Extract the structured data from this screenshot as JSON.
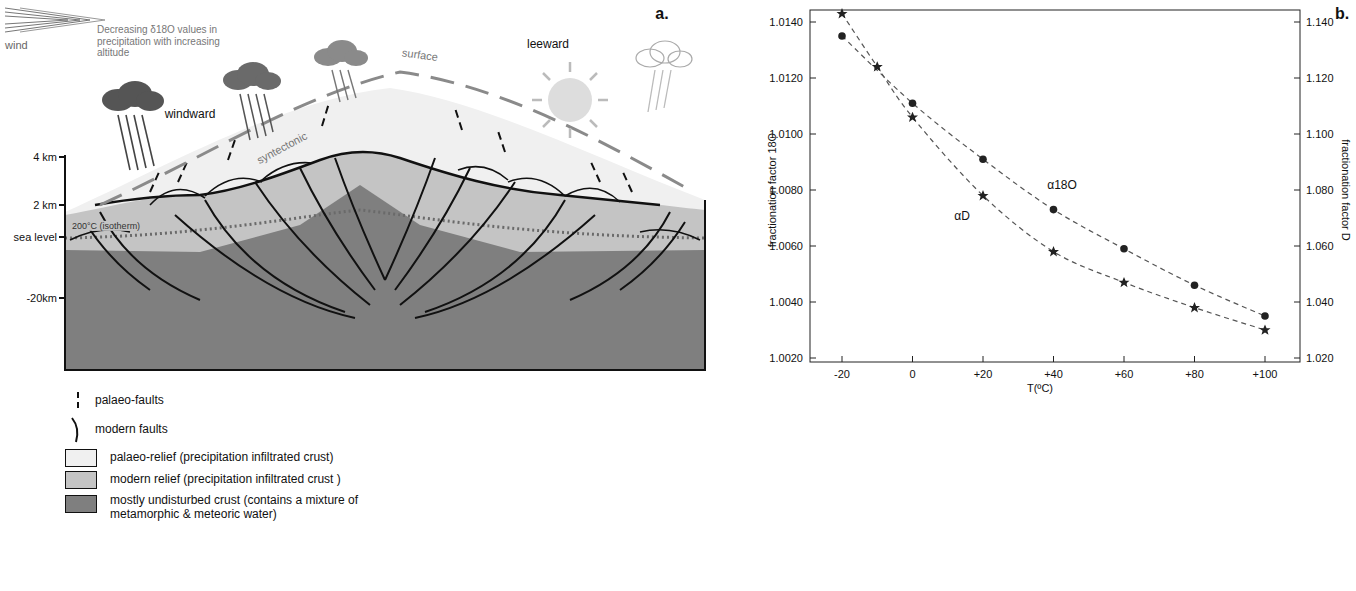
{
  "diagram": {
    "labels": [
      "a.",
      "b.",
      "wind",
      "Decreasing δ18O values in precipitation with increasing altitude",
      "windward",
      "syntectonic",
      "surface",
      "leeward",
      "4 km",
      "2 km",
      "sea level",
      "-20km",
      "200°C (isotherm)",
      "1.0140",
      "1.0120",
      "1.0100",
      "1.0080",
      "1.0060",
      "1.0040",
      "1.0020",
      "1.140",
      "1.120",
      "1.100",
      "1.080",
      "1.060",
      "1.040",
      "1.020",
      "-20",
      "0",
      "+20",
      "+40",
      "+60",
      "+80",
      "+100",
      "T(ºC)",
      "fractionation factor 18O",
      "fractionation factor D",
      "α18O",
      "αD"
    ],
    "legend": [
      {
        "text": "palaeo-faults"
      },
      {
        "text": "modern faults"
      },
      {
        "text": "palaeo-relief (precipitation infiltrated crust)",
        "color": "#f0f0f0"
      },
      {
        "text": "modern relief (precipitation infiltrated crust )",
        "color": "#c4c4c4"
      },
      {
        "text": "mostly undisturbed crust (contains a mixture of metamorphic & meteoric water)",
        "color": "#7f7f7f"
      }
    ]
  }
}
